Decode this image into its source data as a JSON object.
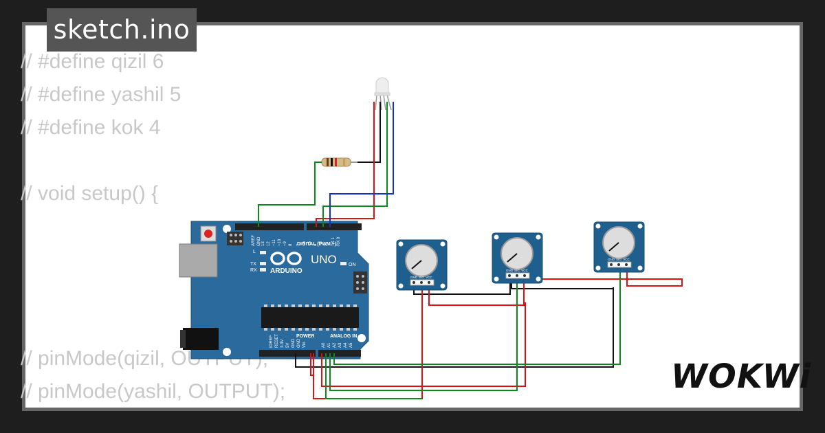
{
  "tab": {
    "title": "sketch.ino"
  },
  "code": {
    "lines": [
      "// #define qizil 6",
      "// #define yashil 5",
      "// #define kok 4",
      "",
      "// void setup() {",
      "",
      "",
      "",
      "",
      "// pinMode(qizil, OUTPUT);",
      "// pinMode(yashil, OUTPUT);"
    ]
  },
  "board": {
    "logo": "ARDUINO",
    "model": "UNO",
    "digital_label": "DIGITAL (PWM ~)",
    "power_label": "POWER",
    "analog_label": "ANALOG IN",
    "on_label": "ON",
    "tx_label": "TX",
    "rx_label": "RX",
    "l_label": "L",
    "digital_pins": [
      "AREF",
      "GND",
      "13",
      "12",
      "~11",
      "~10",
      "~9",
      "8",
      "7",
      "~6",
      "~5",
      "4",
      "~3",
      "2",
      "TX 1",
      "RX 0"
    ],
    "power_pins": [
      "IOREF",
      "RESET",
      "3.3V",
      "5V",
      "GND",
      "GND",
      "Vin"
    ],
    "analog_pins": [
      "A0",
      "A1",
      "A2",
      "A3",
      "A4",
      "A5"
    ]
  },
  "potentiometers": [
    {
      "pins": [
        "GND",
        "SIG",
        "VCC"
      ]
    },
    {
      "pins": [
        "GND",
        "SIG",
        "VCC"
      ]
    },
    {
      "pins": [
        "GND",
        "SIG",
        "VCC"
      ]
    }
  ],
  "brand": {
    "name": "WOKWi"
  },
  "colors": {
    "board": "#2b6a9c",
    "pot": "#1f5f8e",
    "wire_red": "#e01010",
    "wire_green": "#0a8a1a",
    "wire_blue": "#1030d0",
    "wire_black": "#111111",
    "code_text": "#c8c8c8"
  }
}
